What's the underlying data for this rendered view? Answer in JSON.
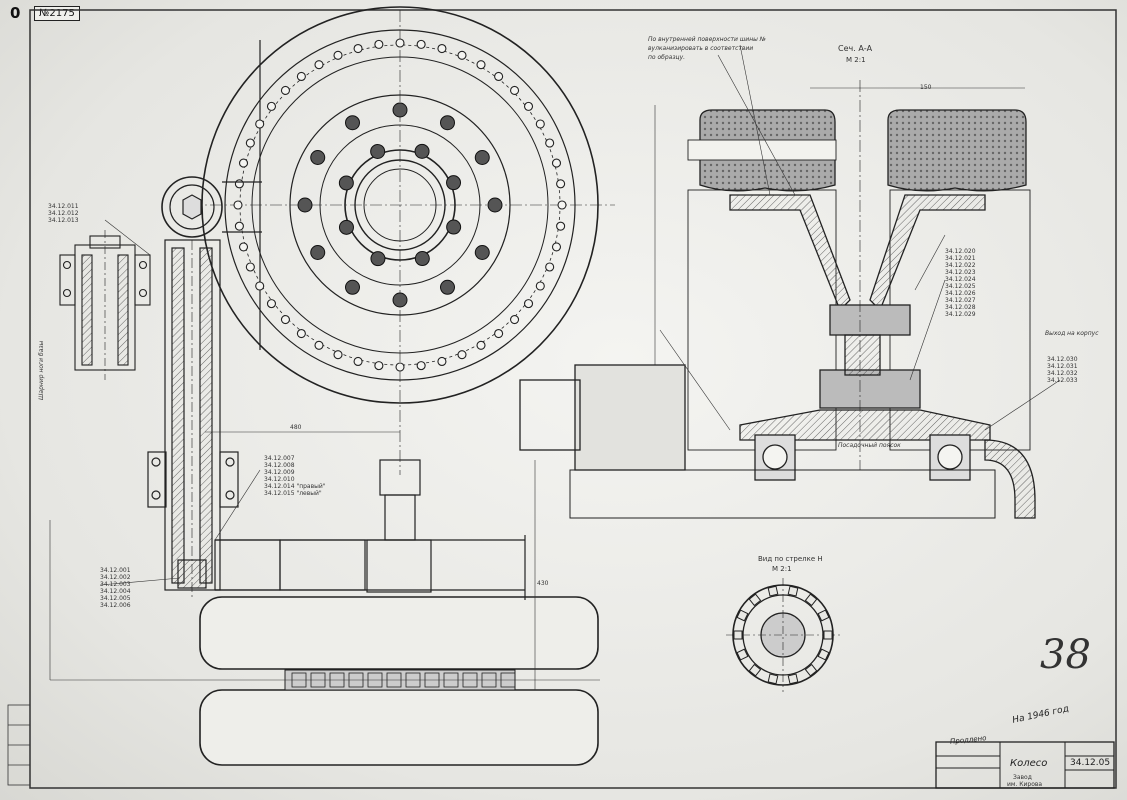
{
  "sheet": {
    "corner_number": "№2175",
    "corner_letter": "0",
    "page_mark": "38"
  },
  "title_block": {
    "part_name": "Колесо",
    "drawing_code": "34.12.05",
    "factory_line1": "Завод",
    "factory_line2": "им. Кирова"
  },
  "annotations": {
    "section_label": "Сеч. А-А",
    "section_scale": "М 2:1",
    "view_label": "Вид по стрелке Н",
    "view_scale": "М 2:1",
    "note_top_1": "По внутренней поверхности шины №",
    "note_top_2": "вулканизировать в соответствии",
    "note_top_3": "по образцу.",
    "hub_note": "Посадочный поясок",
    "right_note": "Выход на корпус",
    "left_vertical": "Шарнир ноги базы",
    "dim_480": "480",
    "dim_430": "430",
    "dim_150": "150",
    "stamp_date": "На 1946 год",
    "stamp_sign": "Продлено"
  },
  "left_callouts": [
    "34.12.011",
    "34.12.012",
    "34.12.013"
  ],
  "middle_callouts": [
    "34.12.007",
    "34.12.008",
    "34.12.009",
    "34.12.010",
    "34.12.014 \"правый\"",
    "34.12.015 \"левый\""
  ],
  "bottom_left_callouts": [
    "34.12.001",
    "34.12.002",
    "34.12.003",
    "34.12.004",
    "34.12.005",
    "34.12.006"
  ],
  "right_callouts": [
    "34.12.020",
    "34.12.021",
    "34.12.022",
    "34.12.023",
    "34.12.024",
    "34.12.025",
    "34.12.026",
    "34.12.027",
    "34.12.028",
    "34.12.029"
  ],
  "right_lower_callouts": [
    "34.12.030",
    "34.12.031",
    "34.12.032",
    "34.12.033"
  ]
}
